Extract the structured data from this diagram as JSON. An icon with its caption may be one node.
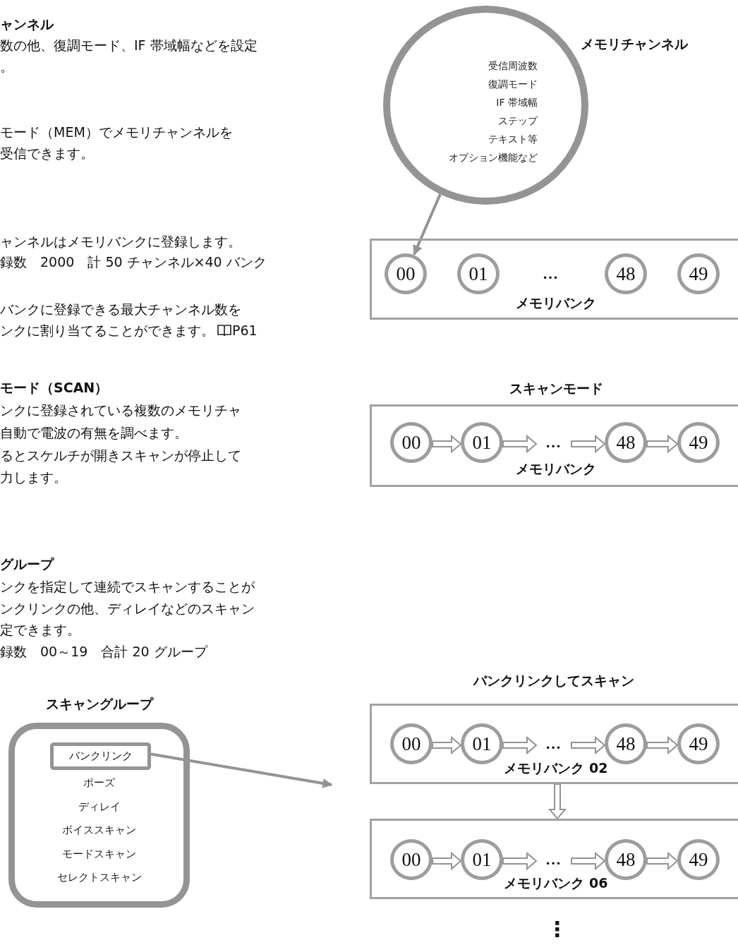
{
  "diagram": {
    "nodes": [
      {
        "text": [
          "メモリチャンネル",
          "受信周波数",
          "復調モード",
          "IF 帯域幅",
          "ステップ",
          "テキスト等",
          "オプション機能など"
        ]
      },
      {
        "text": [
          "メモリバンク"
        ]
      },
      {
        "text": [
          "00"
        ],
        "in": 1
      },
      {
        "text": [
          "01"
        ],
        "in": 1
      },
      {
        "text": [
          "48"
        ],
        "in": 1
      },
      {
        "text": [
          "49"
        ],
        "in": 1
      },
      {
        "text": [
          "スキャンモード",
          "メモリバンク"
        ]
      },
      {
        "text": [
          "00"
        ],
        "in": 6
      },
      {
        "text": [
          "01"
        ],
        "in": 6
      },
      {
        "text": [
          "…"
        ],
        "in": 6
      },
      {
        "text": [
          "48"
        ],
        "in": 6
      },
      {
        "text": [
          "49"
        ],
        "in": 6
      },
      {
        "text": [
          "スキャングループ",
          "ポーズ",
          "ディレイ",
          "ボイススキャン",
          "モードスキャン",
          "セレクトスキャン"
        ]
      },
      {
        "text": [
          "バンクリンク"
        ],
        "in": 12
      },
      {
        "text": [
          "メモリバンク 02"
        ]
      },
      {
        "text": [
          "00"
        ],
        "in": 14
      },
      {
        "text": [
          "01"
        ],
        "in": 14
      },
      {
        "text": [
          "…"
        ],
        "in": 14
      },
      {
        "text": [
          "48"
        ],
        "in": 14
      },
      {
        "text": [
          "49"
        ],
        "in": 14
      },
      {
        "text": [
          "メモリバンク 06"
        ]
      },
      {
        "text": [
          "00"
        ],
        "in": 20
      },
      {
        "text": [
          "01"
        ],
        "in": 20
      },
      {
        "text": [
          "…"
        ],
        "in": 20
      },
      {
        "text": [
          "48"
        ],
        "in": 20
      },
      {
        "text": [
          "49"
        ],
        "in": 20
      }
    ],
    "edges": [
      {
        "from": 0,
        "to": 2,
        "arrow": "to"
      },
      {
        "from": 7,
        "to": 8,
        "arrow": "to"
      },
      {
        "from": 8,
        "to": 9,
        "arrow": "to"
      },
      {
        "from": 9,
        "to": 10,
        "arrow": "to"
      },
      {
        "from": 10,
        "to": 11,
        "arrow": "to"
      },
      {
        "from": 13,
        "to": null,
        "arrow": "to"
      },
      {
        "from": 15,
        "to": 16,
        "arrow": "to"
      },
      {
        "from": 16,
        "to": 17,
        "arrow": "to"
      },
      {
        "from": 17,
        "to": 18,
        "arrow": "to"
      },
      {
        "from": 18,
        "to": 19,
        "arrow": "to"
      },
      {
        "from": 14,
        "to": 20,
        "arrow": "to"
      },
      {
        "from": 21,
        "to": 22,
        "arrow": "to"
      },
      {
        "from": 22,
        "to": 23,
        "arrow": "to"
      },
      {
        "from": 23,
        "to": 24,
        "arrow": "to"
      },
      {
        "from": 24,
        "to": 25,
        "arrow": "to"
      }
    ],
    "labels": [
      "ャンネル",
      "数の他、復調モード、IF 帯域幅などを設定",
      "。",
      "モード（MEM）でメモリチャンネルを",
      "受信できます。",
      "ャンネルはメモリバンクに登録します。",
      "録数　2000　計 50 チャンネル×40 バンク",
      "バンクに登録できる最大チャンネル数を",
      "ンクに割り当てることができます。",
      "P61",
      "モード（SCAN）",
      "ンクに登録されている複数のメモリチャ",
      "自動で電波の有無を調べます。",
      "るとスケルチが開きスキャンが停止して",
      "力します。",
      "グループ",
      "ンクを指定して連続でスキャンすることが",
      "ンクリンクの他、ディレイなどのスキャン",
      "定できます。",
      "録数　00～19　合計 20 グループ",
      "…",
      "バンクリンクしてスキャン",
      "⋮"
    ]
  }
}
